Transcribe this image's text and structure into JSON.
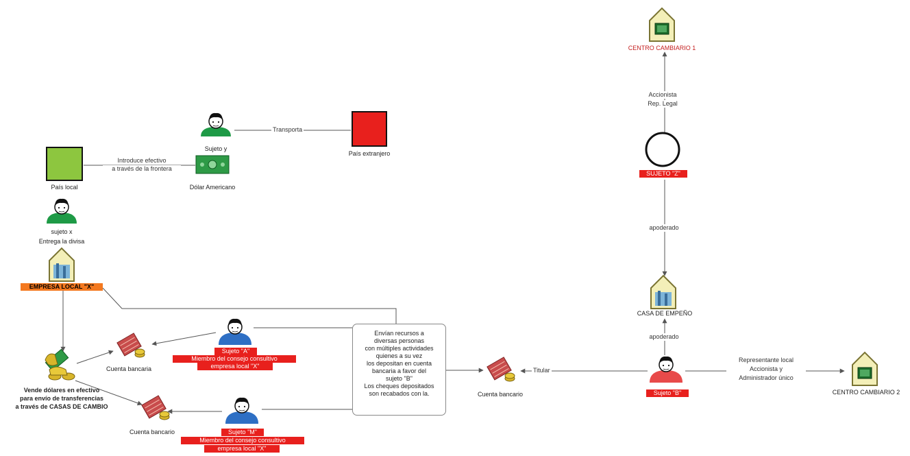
{
  "nodes": {
    "pais_local": "País local",
    "sujeto_y_top": "Sujeto y",
    "dolar": "Dólar Americano",
    "pais_extranjero": "País extranjero",
    "sujeto_x": "sujeto x",
    "entrega_divisa": "Entrega la divisa",
    "empresa_local": "EMPRESA LOCAL \"X\"",
    "vende_1": "Vende dólares en efectivo",
    "vende_2": "para envío de transferencias",
    "vende_3": "a través de CASAS DE CAMBIO",
    "cuenta_bancaria_1": "Cuenta bancaria",
    "cuenta_bancario_2": "Cuenta bancario",
    "cuenta_bancario_3": "Cuenta bancario",
    "sujeto_a_name": "Sujeto \"A\"",
    "sujeto_a_desc1": "Miembro del consejo consultivo",
    "sujeto_a_desc2": "empresa local \"X\"",
    "sujeto_m_name": "Sujeto \"M\"",
    "sujeto_m_desc1": "Miembro del consejo consultivo",
    "sujeto_m_desc2": "empresa local \"X\"",
    "centro_cambiario_1": "CENTRO CAMBIARIO 1",
    "sujeto_z": "SUJETO \"Z\"",
    "casa_empeno": "CASA DE EMPEÑO",
    "sujeto_b": "Sujeto \"B\"",
    "centro_cambiario_2": "CENTRO CAMBIARIO 2"
  },
  "edges": {
    "transporta": "Transporta",
    "introduce_1": "Introduce efectivo",
    "introduce_2": "a través de la frontera",
    "accionista_1": "Accionista",
    "accionista_2": "Rep. Legal",
    "apoderado_1": "apoderado",
    "apoderado_2": "apoderado",
    "titular": "Titular",
    "representante_1": "Representante local",
    "representante_2": "Accionista y",
    "representante_3": "Administrador único"
  },
  "note": "Envían recursos a\ndiversas personas\ncon múltiples actividades\nquienes a su vez\nlos depositan en cuenta\nbancaria a favor del\nsujeto \"B\"\nLos cheques depositados\nson recabados con la.",
  "colors": {
    "pais_local": "#8dc63f",
    "pais_extranjero": "#e8201d",
    "person_green": "#1e9a46",
    "person_blue": "#2e6fc4",
    "person_red": "#e84a4a",
    "label_red": "#e8201d",
    "label_orange": "#f47920",
    "title_red": "#c42020"
  },
  "icons": [
    "green-square-icon",
    "red-square-icon",
    "person-icon",
    "money-icon",
    "building-icon",
    "bank-account-icon",
    "money-hand-icon",
    "circle-icon"
  ]
}
